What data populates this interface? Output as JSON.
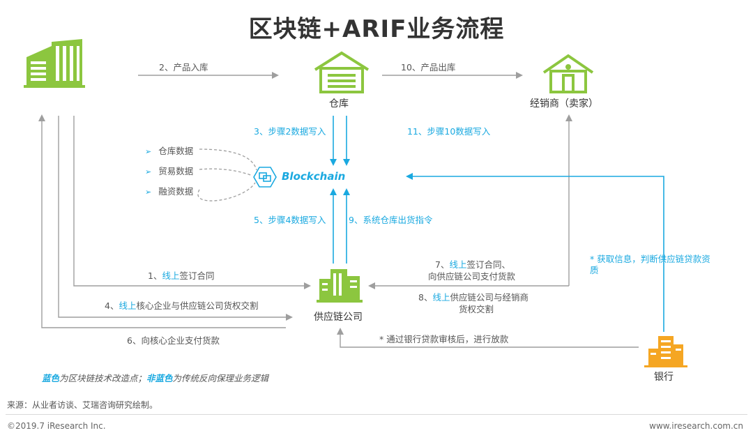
{
  "title": "区块链+ARIF业务流程",
  "nodes": {
    "warehouse": "仓库",
    "dealer": "经销商（卖家）",
    "supply_chain_company": "供应链公司",
    "bank": "银行",
    "blockchain": "Blockchain"
  },
  "data_types": [
    "仓库数据",
    "贸易数据",
    "融资数据"
  ],
  "flows": {
    "f2": "2、产品入库",
    "f10": "10、产品出库",
    "f3": "3、步骤2数据写入",
    "f11": "11、步骤10数据写入",
    "f5": "5、步骤4数据写入",
    "f9": "9、系统仓库出货指令",
    "f1_prefix": "1、",
    "f1_blue": "线上",
    "f1_rest": "签订合同",
    "f4_prefix": "4、",
    "f4_blue": "线上",
    "f4_rest": "核心企业与供应链公司货权交割",
    "f6": "6、向核心企业支付货款",
    "f7_prefix": "7、",
    "f7_blue": "线上",
    "f7_rest": "签订合同、",
    "f7_line2": "向供应链公司支付货款",
    "f8_prefix": "8、",
    "f8_blue": "线上",
    "f8_rest": "供应链公司与经销商",
    "f8_line2": "货权交割",
    "bank_info_line1": "* 获取信息，判断供应链贷款资",
    "bank_info_line2": "质",
    "bank_loan": "* 通过银行贷款审核后，进行放款"
  },
  "legend": {
    "blue_term": "蓝色",
    "blue_desc": "为区块链技术改造点；",
    "nonblue_term": "非蓝色",
    "nonblue_desc": "为传统反向保理业务逻辑"
  },
  "source": "来源：从业者访谈、艾瑞咨询研究绘制。",
  "copyright": "©2019.7 iResearch Inc.",
  "url": "www.iresearch.com.cn",
  "colors": {
    "green": "#8cc63f",
    "blue": "#1aa9e0",
    "orange": "#f5a623",
    "gray_arrow": "#9e9e9e"
  }
}
